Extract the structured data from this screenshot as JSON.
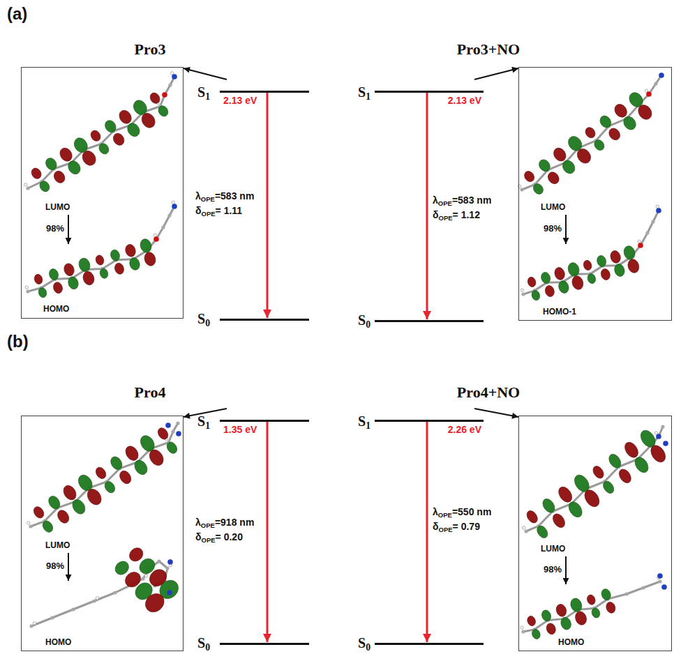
{
  "diagram": {
    "nodes": [
      {
        "text": []
      },
      {
        "text": [
          "LUMO"
        ],
        "in": 0
      },
      {
        "text": [
          "HOMO"
        ],
        "in": 0
      },
      {
        "text": [
          "S1",
          "2.13 eV"
        ]
      },
      {
        "text": [
          "S0"
        ]
      },
      {
        "text": [
          "S1",
          "2.13 eV"
        ]
      },
      {
        "text": [
          "S0"
        ]
      },
      {
        "text": []
      },
      {
        "text": [
          "LUMO"
        ],
        "in": 7
      },
      {
        "text": [
          "HOMO-1"
        ],
        "in": 7
      },
      {
        "text": []
      },
      {
        "text": [
          "LUMO"
        ],
        "in": 10
      },
      {
        "text": [
          "HOMO"
        ],
        "in": 10
      },
      {
        "text": [
          "S1",
          "1.35 eV"
        ]
      },
      {
        "text": [
          "S0"
        ]
      },
      {
        "text": [
          "S1",
          "2.26 eV"
        ]
      },
      {
        "text": [
          "S0"
        ]
      },
      {
        "text": []
      },
      {
        "text": [
          "LUMO"
        ],
        "in": 17
      },
      {
        "text": [
          "HOMO"
        ],
        "in": 17
      }
    ],
    "edges": [
      {
        "from": 3,
        "to": 0,
        "arrow": "to"
      },
      {
        "from": 1,
        "to": 2,
        "label": "98%",
        "arrow": "to"
      },
      {
        "from": 3,
        "to": 4,
        "arrow": "to"
      },
      {
        "from": 5,
        "to": 7,
        "arrow": "to"
      },
      {
        "from": 8,
        "to": 9,
        "label": "98%",
        "arrow": "to"
      },
      {
        "from": 5,
        "to": 6,
        "arrow": "to"
      },
      {
        "from": 13,
        "to": 10,
        "arrow": "to"
      },
      {
        "from": 11,
        "to": 12,
        "label": "98%",
        "arrow": "to"
      },
      {
        "from": 13,
        "to": 14,
        "arrow": "to"
      },
      {
        "from": 15,
        "to": 17,
        "arrow": "to"
      },
      {
        "from": 18,
        "to": 19,
        "label": "98%",
        "arrow": "to"
      },
      {
        "from": 15,
        "to": 16,
        "arrow": "to"
      }
    ],
    "labels": [
      "(a)",
      "Pro3",
      "λOPE=583 nm",
      "δOPE= 1.11",
      "Pro3+NO",
      "λOPE=583 nm",
      "δOPE= 1.12",
      "(b)",
      "Pro4",
      "λOPE=918 nm",
      "δOPE= 0.20",
      "Pro4+NO",
      "λOPE=550 nm",
      "δOPE= 0.79"
    ]
  }
}
